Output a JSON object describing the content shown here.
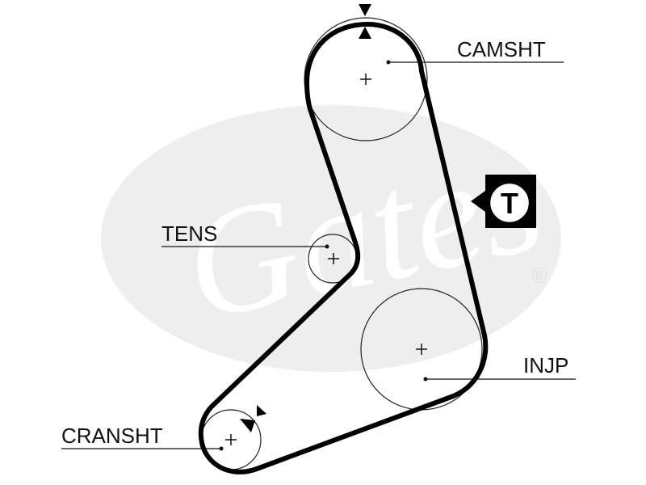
{
  "diagram": {
    "labels": {
      "camshaft": "CAMSHT",
      "tensioner": "TENS",
      "injection_pump": "INJP",
      "crankshaft": "CRANSHT"
    },
    "badge": "T",
    "watermark": {
      "brand": "Gates",
      "registered_mark": "®"
    },
    "colors": {
      "belt": "#000000",
      "pulley_outline": "#222222",
      "watermark_fill": "#eeeeee",
      "background": "#ffffff"
    }
  }
}
